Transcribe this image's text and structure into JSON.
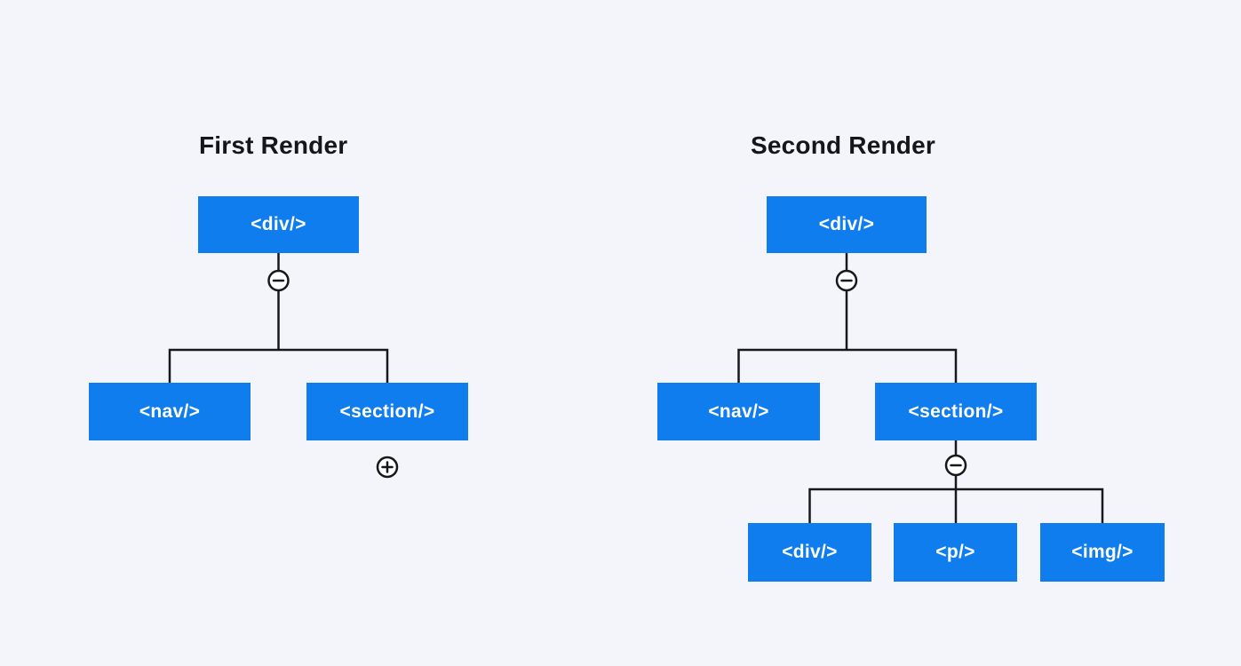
{
  "canvas": {
    "background_color": "#F4F5FB"
  },
  "palette": {
    "node_fill": "#0F7DEE",
    "node_text_color": "#FFFFFF",
    "connector_color": "#17181C",
    "toggle_fill": "#FFFFFF"
  },
  "first_render": {
    "title": "First Render",
    "root": {
      "label": "<div/>",
      "toggle": "minus"
    },
    "children": [
      {
        "label": "<nav/>"
      },
      {
        "label": "<section/>",
        "toggle": "plus"
      }
    ]
  },
  "second_render": {
    "title": "Second Render",
    "root": {
      "label": "<div/>",
      "toggle": "minus"
    },
    "children": [
      {
        "label": "<nav/>"
      },
      {
        "label": "<section/>",
        "toggle": "minus"
      }
    ],
    "section_children": [
      {
        "label": "<div/>"
      },
      {
        "label": "<p/>"
      },
      {
        "label": "<img/>"
      }
    ]
  }
}
